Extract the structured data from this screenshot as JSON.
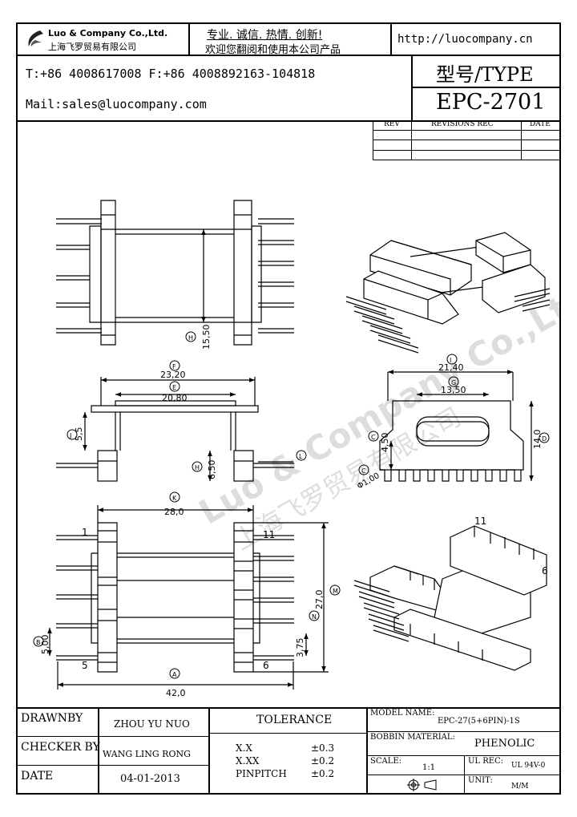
{
  "header": {
    "company_en": "Luo & Company Co.,Ltd.",
    "company_cn": "上海飞罗贸易有限公司",
    "slogan_line1": "专业. 诚信. 热情. 创新!",
    "slogan_line2": "欢迎您翻阅和使用本公司产品",
    "url": "http://luocompany.cn",
    "phone_fax": "T:+86 4008617008 F:+86 4008892163-104818",
    "mail": "Mail:sales@luocompany.com",
    "type_label": "型号/TYPE",
    "type_value": "EPC-2701"
  },
  "revisions": {
    "col_rev": "REV",
    "col_rec": "REVISIONS REC",
    "col_date": "DATE"
  },
  "watermark": {
    "en": "Luo & Company Co.,Ltd.",
    "cn": "上海飞罗贸易有限公司"
  },
  "dims": {
    "top_view": {
      "H": "15,50"
    },
    "front_view": {
      "F": "23,20",
      "E": "20,80",
      "J": "5,5",
      "H": "6,50",
      "L": "L"
    },
    "side_view": {
      "I": "21,40",
      "G": "13,50",
      "C": "4,50",
      "D": "14,0",
      "B": "Φ1,00"
    },
    "bottom_view": {
      "K": "28,0",
      "M": "27,0",
      "N": "3,75",
      "A": "42,0",
      "B": "5,00",
      "pin1": "1",
      "pin5": "5",
      "pin6": "6",
      "pin11": "11"
    },
    "iso_bottom": {
      "pin11": "11",
      "pin6": "6"
    }
  },
  "titleblock": {
    "drawnby_label": "DRAWNBY",
    "drawnby_value": "ZHOU YU NUO",
    "checker_label": "CHECKER BY",
    "checker_value": "WANG LING RONG",
    "date_label": "DATE",
    "date_value": "04-01-2013",
    "tolerance_label": "TOLERANCE",
    "tol_rows": [
      {
        "k": "X.X",
        "v": "±0.3"
      },
      {
        "k": "X.XX",
        "v": "±0.2"
      },
      {
        "k": "PINPITCH",
        "v": "±0.2"
      }
    ],
    "model_label": "MODEL NAME:",
    "model_value": "EPC-27(5+6PIN)-1S",
    "bobbin_label": "BOBBIN MATERIAL:",
    "bobbin_value": "PHENOLIC",
    "scale_label": "SCALE:",
    "scale_value": "1:1",
    "ul_label": "UL REC:",
    "ul_value": "UL 94V-0",
    "unit_label": "UNIT:",
    "unit_value": "M/M"
  }
}
